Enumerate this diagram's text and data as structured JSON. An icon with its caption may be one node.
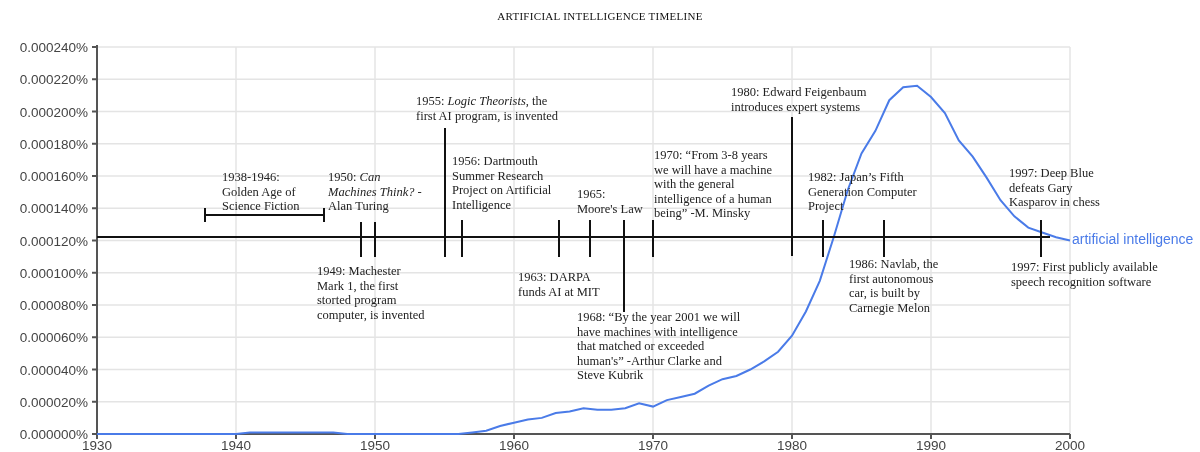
{
  "diagram": {
    "title": "ARTIFICIAL INTELLIGENCE TIMELINE",
    "labels": [
      "1938-1946: Golden Age of Science Fiction",
      "1950: *Can Machines Think?* -Alan Turing",
      "1949: Machester Mark 1, the first storted program computer, is invented",
      "1955: *Logic Theorists*, the first AI program, is invented",
      "1956: Dartmouth Summer Research Project on Artificial Intelligence",
      "1963: DARPA funds AI at MIT",
      "1965: Moore's Law",
      "1968: “By the year 2001 we will have machines with intelligence that matched or exceeded human's” -Arthur Clarke and Steve Kubrik",
      "1970: “From 3-8 years we will have a machine with the general intelligence of a human being” -M. Minsky",
      "1980: Edward Feigenbaum introduces expert systems",
      "1982: Japan’s Fifth Generation Computer Project",
      "1986: Navlab, the first autonomous car, is built by Carnegie Melon",
      "1997: Deep Blue defeats Gary Kasparov in chess",
      "1997: First publicly available speech recognition software"
    ],
    "chart_data": {
      "type": "line",
      "x": [
        1930,
        1931,
        1932,
        1933,
        1934,
        1935,
        1936,
        1937,
        1938,
        1939,
        1940,
        1941,
        1942,
        1943,
        1944,
        1945,
        1946,
        1947,
        1948,
        1949,
        1950,
        1951,
        1952,
        1953,
        1954,
        1955,
        1956,
        1957,
        1958,
        1959,
        1960,
        1961,
        1962,
        1963,
        1964,
        1965,
        1966,
        1967,
        1968,
        1969,
        1970,
        1971,
        1972,
        1973,
        1974,
        1975,
        1976,
        1977,
        1978,
        1979,
        1980,
        1981,
        1982,
        1983,
        1984,
        1985,
        1986,
        1987,
        1988,
        1989,
        1990,
        1991,
        1992,
        1993,
        1994,
        1995,
        1996,
        1997,
        1998,
        1999,
        2000
      ],
      "series": [
        {
          "name": "artificial intelligence",
          "color": "#4a7be8",
          "values": [
            0,
            0,
            0,
            0,
            0,
            0,
            0,
            0,
            0,
            0,
            0,
            1e-06,
            1e-06,
            1e-06,
            1e-06,
            1e-06,
            1e-06,
            1e-06,
            0,
            0,
            0,
            0,
            0,
            0,
            0,
            0,
            0,
            1e-06,
            2e-06,
            5e-06,
            7e-06,
            9e-06,
            1e-05,
            1.3e-05,
            1.4e-05,
            1.6e-05,
            1.5e-05,
            1.5e-05,
            1.6e-05,
            1.9e-05,
            1.7e-05,
            2.1e-05,
            2.3e-05,
            2.5e-05,
            3e-05,
            3.4e-05,
            3.6e-05,
            4e-05,
            4.5e-05,
            5.1e-05,
            6.1e-05,
            7.6e-05,
            9.5e-05,
            0.000122,
            0.000151,
            0.000174,
            0.000188,
            0.000207,
            0.000215,
            0.000216,
            0.000209,
            0.000199,
            0.000182,
            0.000172,
            0.000159,
            0.000145,
            0.000135,
            0.000128,
            0.000125,
            0.000122,
            0.00012
          ]
        }
      ],
      "grid": true,
      "xlim": [
        1930,
        2000
      ],
      "ylim": [
        0,
        0.00024
      ],
      "xticks": [
        1930,
        1940,
        1950,
        1960,
        1970,
        1980,
        1990,
        2000
      ],
      "yticks": [
        {
          "value": 0,
          "label": "0.000000%"
        },
        {
          "value": 2e-05,
          "label": "0.000020%"
        },
        {
          "value": 4e-05,
          "label": "0.000040%"
        },
        {
          "value": 6e-05,
          "label": "0.000060%"
        },
        {
          "value": 8e-05,
          "label": "0.000080%"
        },
        {
          "value": 0.0001,
          "label": "0.000100%"
        },
        {
          "value": 0.00012,
          "label": "0.000120%"
        },
        {
          "value": 0.00014,
          "label": "0.000140%"
        },
        {
          "value": 0.00016,
          "label": "0.000160%"
        },
        {
          "value": 0.00018,
          "label": "0.000180%"
        },
        {
          "value": 0.0002,
          "label": "0.000200%"
        },
        {
          "value": 0.00022,
          "label": "0.000220%"
        },
        {
          "value": 0.00024,
          "label": "0.000240%"
        }
      ]
    }
  }
}
